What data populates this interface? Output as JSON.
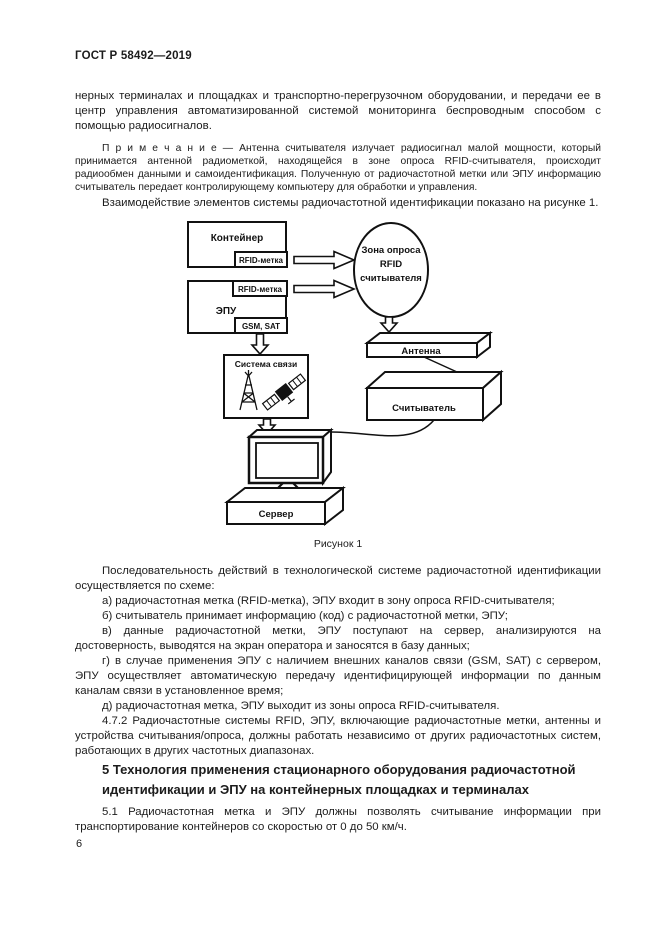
{
  "page": {
    "header": "ГОСТ Р 58492—2019",
    "number": "6"
  },
  "body": {
    "para_intro": "нерных терминалах и площадках и транспортно-перегрузочном оборудовании, и передачи ее в центр управления автоматизированной системой мониторинга беспроводным способом с помощью радиосигналов.",
    "note": "П р и м е ч а н и е  — Антенна считывателя излучает радиосигнал малой мощности, который принимается антенной радиометкой, находящейся в зоне опроса RFID-считывателя, происходит радиообмен данными и самоидентификация. Полученную от радиочастотной метки или ЭПУ информацию считыватель передает контролирующему компьютеру для обработки и управления.",
    "para_figure_ref": "Взаимодействие элементов системы радиочастотной идентификации показано на рисунке 1.",
    "para_sequence": "Последовательность действий в технологической системе радиочастотной идентификации осуществляется по схеме:",
    "items": [
      "а) радиочастотная метка (RFID-метка), ЭПУ входит в зону опроса RFID-считывателя;",
      "б) считыватель принимает информацию (код) с радиочастотной метки, ЭПУ;",
      "в) данные радиочастотной метки, ЭПУ поступают на сервер, анализируются на достоверность, выводятся на экран оператора и заносятся в базу данных;",
      "г) в случае применения ЭПУ с наличием внешних каналов связи (GSM, SAT) с сервером, ЭПУ осуществляет автоматическую передачу идентифицирующей информации по данным каналам связи в установленное время;",
      "д) радиочастотная метка, ЭПУ выходит из зоны опроса RFID-считывателя."
    ],
    "para_472": "4.7.2 Радиочастотные системы RFID, ЭПУ, включающие радиочастотные метки, антенны и устройства считывания/опроса, должны работать независимо от других радиочастотных систем, работающих в других частотных диапазонах."
  },
  "figure": {
    "caption": "Рисунок 1",
    "labels": {
      "container": "Контейнер",
      "rfid_tag_1": "RFID-метка",
      "rfid_tag_2": "RFID-метка",
      "epu": "ЭПУ",
      "gsm_sat": "GSM, SAT",
      "zone_line1": "Зона опроса",
      "zone_line2": "RFID",
      "zone_line3": "считывателя",
      "comm_system": "Система связи",
      "antenna": "Антенна",
      "reader": "Считыватель",
      "server": "Сервер"
    }
  },
  "section5": {
    "heading": "5  Технология применения стационарного оборудования радиочастотной идентификации и ЭПУ на контейнерных площадках и терминалах",
    "para_51": "5.1 Радиочастотная метка и ЭПУ должны позволять считывание информации при транспортирование контейнеров со скоростью от 0 до 50 км/ч."
  }
}
